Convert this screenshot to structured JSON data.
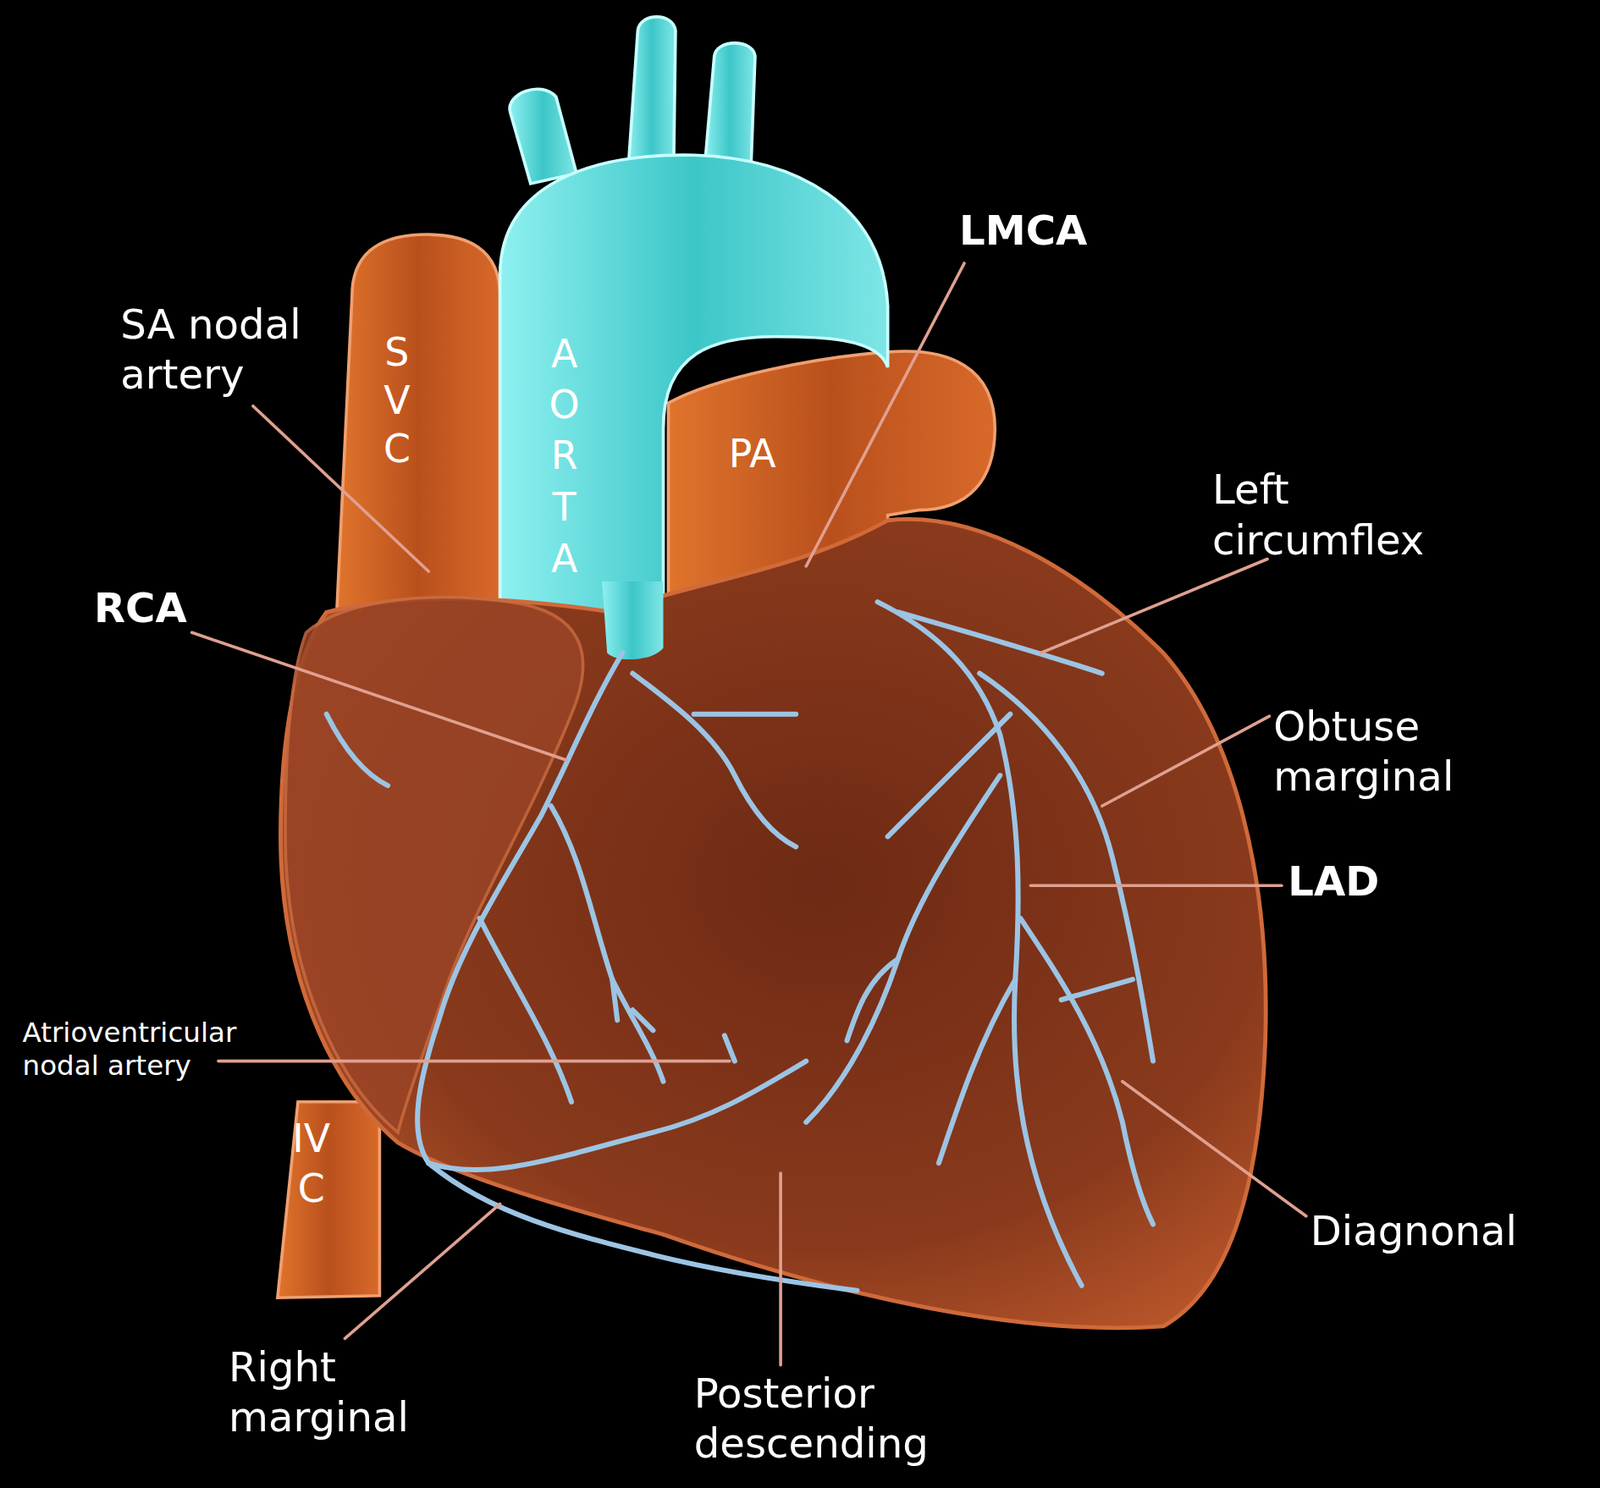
{
  "diagram": {
    "labels": [
      "SA nodal artery",
      "RCA",
      "Atrioventricular nodal artery",
      "Right marginal",
      "Posterior descending",
      "LMCA",
      "Left circumflex",
      "Obtuse marginal",
      "LAD",
      "Diagnonal",
      "SVC",
      "AORTA",
      "PA",
      "IVC"
    ]
  }
}
